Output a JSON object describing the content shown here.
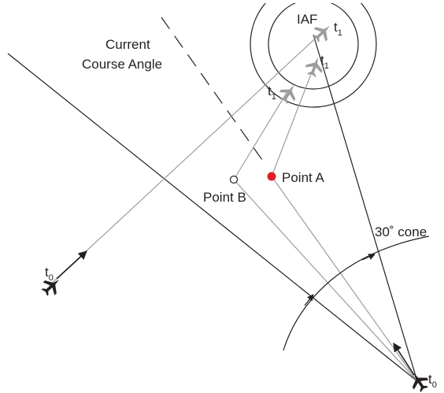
{
  "labels": {
    "iaf": "IAF",
    "current_course_angle_line1": "Current",
    "current_course_angle_line2": "Course Angle",
    "point_a": "Point A",
    "point_b": "Point B",
    "cone": "30˚ cone",
    "t": "t",
    "sub_one": "1",
    "sub_zero": "0"
  },
  "colors": {
    "point_a": "#e11f26",
    "ownship": "#231f20",
    "predicted": "#9d9d9d"
  },
  "icons": {
    "ownship": "airplane-icon",
    "predicted": "airplane-icon",
    "point_a": "filled-circle",
    "point_b": "hollow-circle"
  }
}
